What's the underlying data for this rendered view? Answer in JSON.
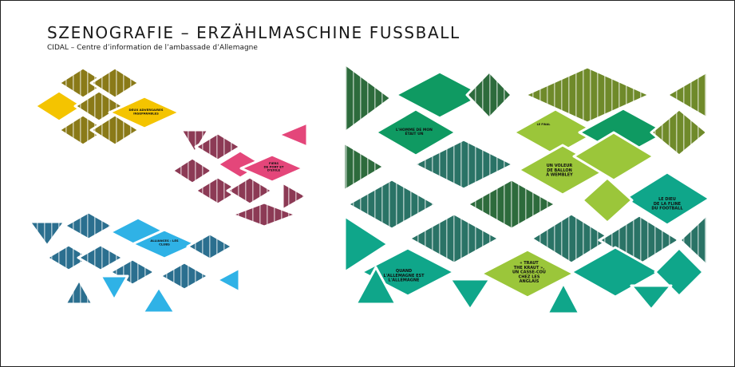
{
  "header": {
    "title": "SZENOGRAFIE – ERZÄHLMASCHINE FUSSBALL",
    "subtitle": "CIDAL – Centre d’information de l’ambassade d’Allemagne"
  },
  "colors": {
    "yellow": "#f4c400",
    "pink": "#e4467a",
    "blue": "#2fb2e6",
    "green_dark": "#0f9a62",
    "green_light": "#9bc63a",
    "teal": "#0fa68a"
  },
  "panels": {
    "yellow": {
      "labels": [
        "DEUX ADVERSAIRES",
        "INSEPARABLES"
      ]
    },
    "pink": {
      "label_a": [
        "FIERS",
        "DE PORT ET",
        "D'EXILE"
      ],
      "label_b": []
    },
    "blue": {
      "labels": [
        "ALLIANCES : LES",
        "CLUBS"
      ]
    },
    "green": {
      "label_homme": [
        "L'HOMME DE MON",
        "ÉTAIT UN"
      ],
      "label_wembley": [
        "UN VOLEUR",
        "DE BALLON",
        "À WEMBLEY"
      ],
      "label_fair": [
        "LE DIEU",
        "DE LA FLINE",
        "DU FOOTBALL"
      ],
      "label_quand": [
        "QUAND",
        "L'ALLEMAGNE EST",
        "L'ALLEMAGNE"
      ],
      "label_traut": [
        "« TRAUT",
        "THE KRAUT »,",
        "UN CASSE-COU",
        "CHEZ LES",
        "ANGLAIS"
      ],
      "label_small": [
        "LE FINAL"
      ]
    }
  }
}
